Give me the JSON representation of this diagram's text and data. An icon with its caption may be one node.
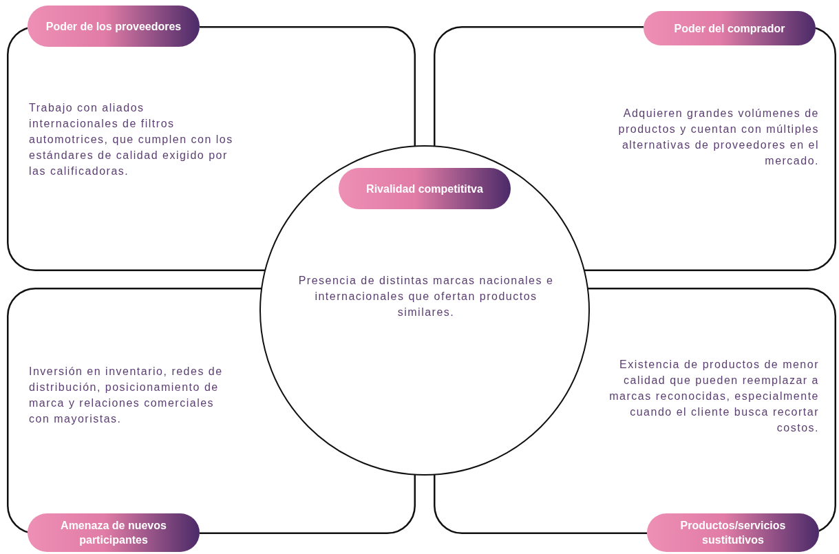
{
  "diagram": {
    "nodes": [
      {
        "text": [
          "Poder de los proveedores",
          "Trabajo con aliados internacionales de filtros automotrices, que cumplen con los estándares de calidad exigido por las calificadoras."
        ]
      },
      {
        "text": [
          "Poder del comprador",
          "Adquieren grandes volúmenes de productos y cuentan con múltiples alternativas de proveedores en el mercado."
        ]
      },
      {
        "text": [
          "Rivalidad competititva",
          "Presencia de distintas marcas nacionales e internacionales que ofertan productos similares."
        ]
      },
      {
        "text": [
          "Inversión en inventario, redes de distribución, posicionamiento de marca y relaciones comerciales con mayoristas.",
          "Amenaza de nuevos participantes"
        ]
      },
      {
        "text": [
          "Existencia de productos de menor calidad que pueden reemplazar a marcas reconocidas, especialmente cuando el cliente busca recortar costos.",
          "Productos/servicios sustitutivos"
        ]
      }
    ]
  }
}
